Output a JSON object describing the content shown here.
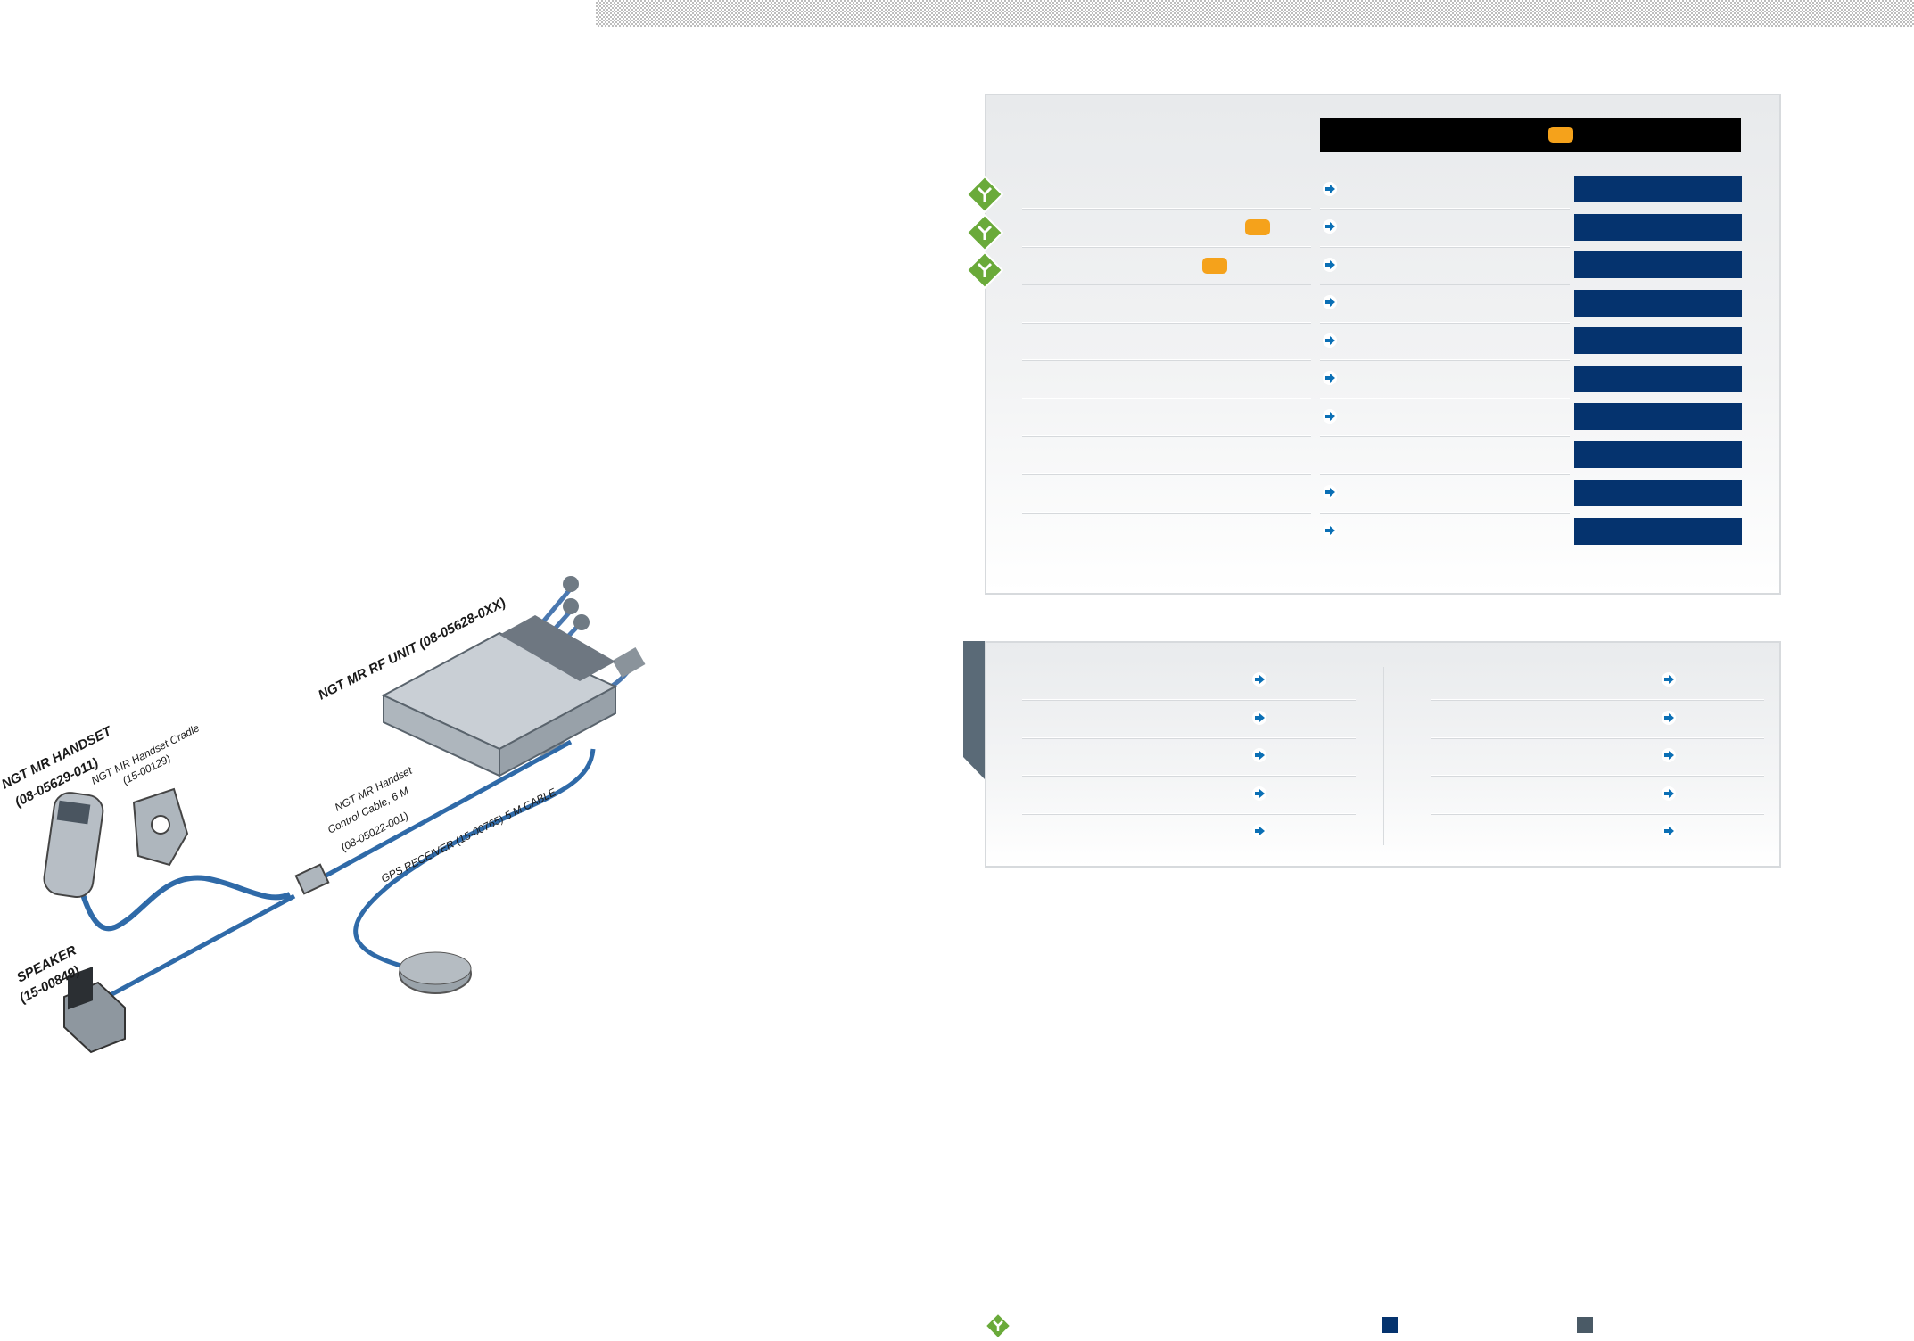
{
  "diagram": {
    "handset_label_1": "NGT MR HANDSET",
    "handset_label_2": "(08-05629-011)",
    "cradle_label_1": "NGT MR Handset Cradle",
    "cradle_label_2": "(15-00129)",
    "rf_unit_label": "NGT MR RF UNIT (08-05628-0XX)",
    "control_cable_1": "NGT MR Handset",
    "control_cable_2": "Control Cable, 6 M",
    "control_cable_3": "(08-05022-001)",
    "gps_label": "GPS RECEIVER (15-00765) 5 M CABLE",
    "speaker_label_1": "SPEAKER",
    "speaker_label_2": "(15-00849)"
  },
  "colors": {
    "navy": "#05336e",
    "orange": "#f5a21b",
    "green": "#6aaa3a",
    "slate": "#4a5a66",
    "arrow_blue": "#0a6fb5"
  },
  "icons": {
    "row_marker": "diamond-branch-icon",
    "link": "arrow-right-icon",
    "badge": "orange-badge"
  }
}
